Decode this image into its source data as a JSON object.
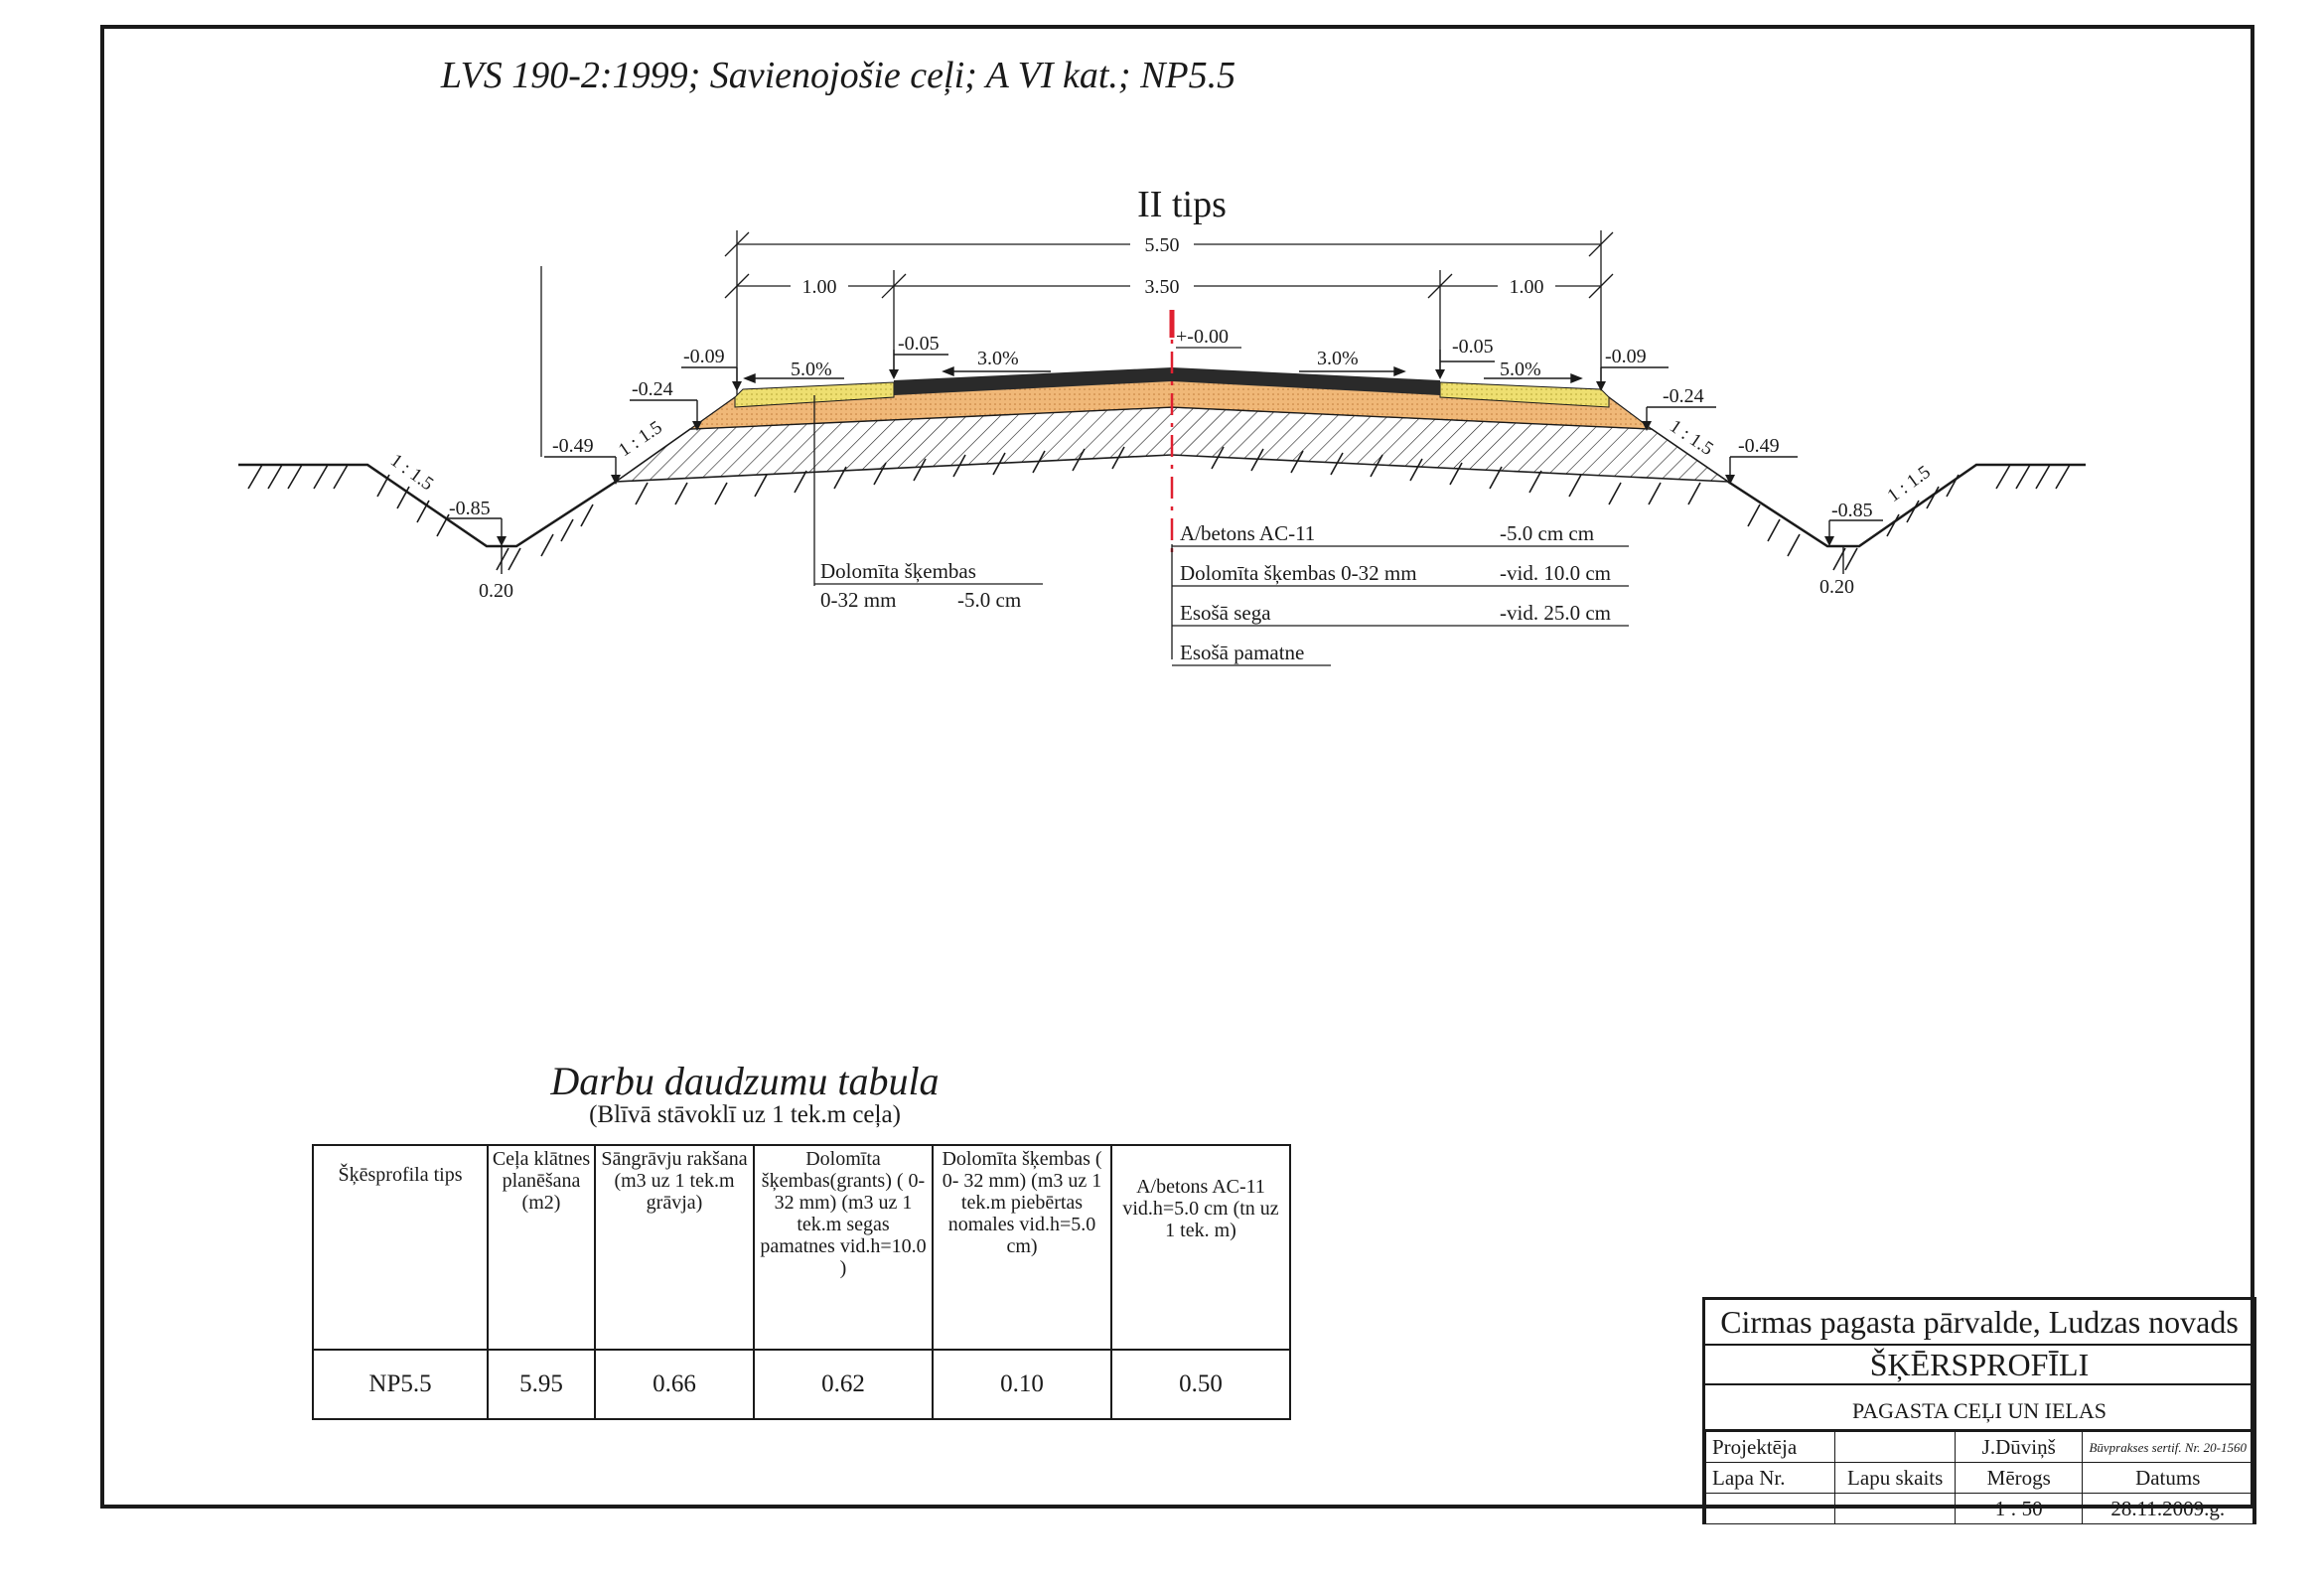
{
  "title": "LVS 190-2:1999; Savienojošie ceļi; A VI kat.; NP5.5",
  "profile": {
    "type_label": "II tips",
    "dim_total": "5.50",
    "dim_carriageway": "3.50",
    "dim_shoulder_left": "1.00",
    "dim_shoulder_right": "1.00",
    "axis_level": "+-0.00",
    "slope_road_left": "3.0%",
    "slope_road_right": "3.0%",
    "slope_shoulder_left": "5.0%",
    "slope_shoulder_right": "5.0%",
    "lvl_m005_left": "-0.05",
    "lvl_m005_right": "-0.05",
    "lvl_m009_left": "-0.09",
    "lvl_m009_right": "-0.09",
    "lvl_m024_left": "-0.24",
    "lvl_m024_right": "-0.24",
    "lvl_m049_left": "-0.49",
    "lvl_m049_right": "-0.49",
    "lvl_m085_left": "-0.85",
    "lvl_m085_right": "-0.85",
    "ditch_bottom_left": "0.20",
    "ditch_bottom_right": "0.20",
    "slope_ratio": "1 : 1.5"
  },
  "layers": {
    "l1_name": "A/betons AC-11",
    "l1_value": "-5.0 cm cm",
    "l2_name": "Dolomīta šķembas 0-32 mm",
    "l2_value": "-vid. 10.0 cm",
    "l3_name": "Esošā sega",
    "l3_value": "-vid. 25.0 cm",
    "l4_name": "Esošā pamatne",
    "shoulder_name": "Dolomīta šķembas",
    "shoulder_spec": "0-32 mm",
    "shoulder_value": "-5.0 cm"
  },
  "quantities": {
    "title": "Darbu daudzumu tabula",
    "subtitle": "(Blīvā stāvoklī uz 1 tek.m ceļa)",
    "headers": [
      "Šķēsprofila tips",
      "Ceļa klātnes planēšana (m2)",
      "Sāngrāvju rakšana (m3 uz 1 tek.m grāvja)",
      "Dolomīta šķembas(grants) ( 0- 32 mm) (m3 uz 1 tek.m segas pamatnes vid.h=10.0 )",
      "Dolomīta šķembas ( 0- 32 mm) (m3 uz 1 tek.m piebērtas nomales vid.h=5.0 cm)",
      "A/betons AC-11 vid.h=5.0 cm (tn uz 1 tek. m)"
    ],
    "row": [
      "NP5.5",
      "5.95",
      "0.66",
      "0.62",
      "0.10",
      "0.50"
    ]
  },
  "titleblock": {
    "org": "Cirmas pagasta pārvalde, Ludzas novads",
    "sheet": "ŠĶĒRSPROFĪLI",
    "project": "PAGASTA CEĻI UN IELAS",
    "designer_label": "Projektēja",
    "designer": "J.Dūviņš",
    "cert": "Būvprakses sertif. Nr. 20-1560",
    "page_label": "Lapa Nr.",
    "pages_label": "Lapu skaits",
    "scale_label": "Mērogs",
    "date_label": "Datums",
    "scale": "1 : 50",
    "date": "28.11.2009.g."
  },
  "colors": {
    "asphalt": "#2a2a2a",
    "gravel": "#f0b878",
    "shoulder": "#eedf70",
    "existing_hatch": "#1a1a1a",
    "axis": "#e02030"
  }
}
